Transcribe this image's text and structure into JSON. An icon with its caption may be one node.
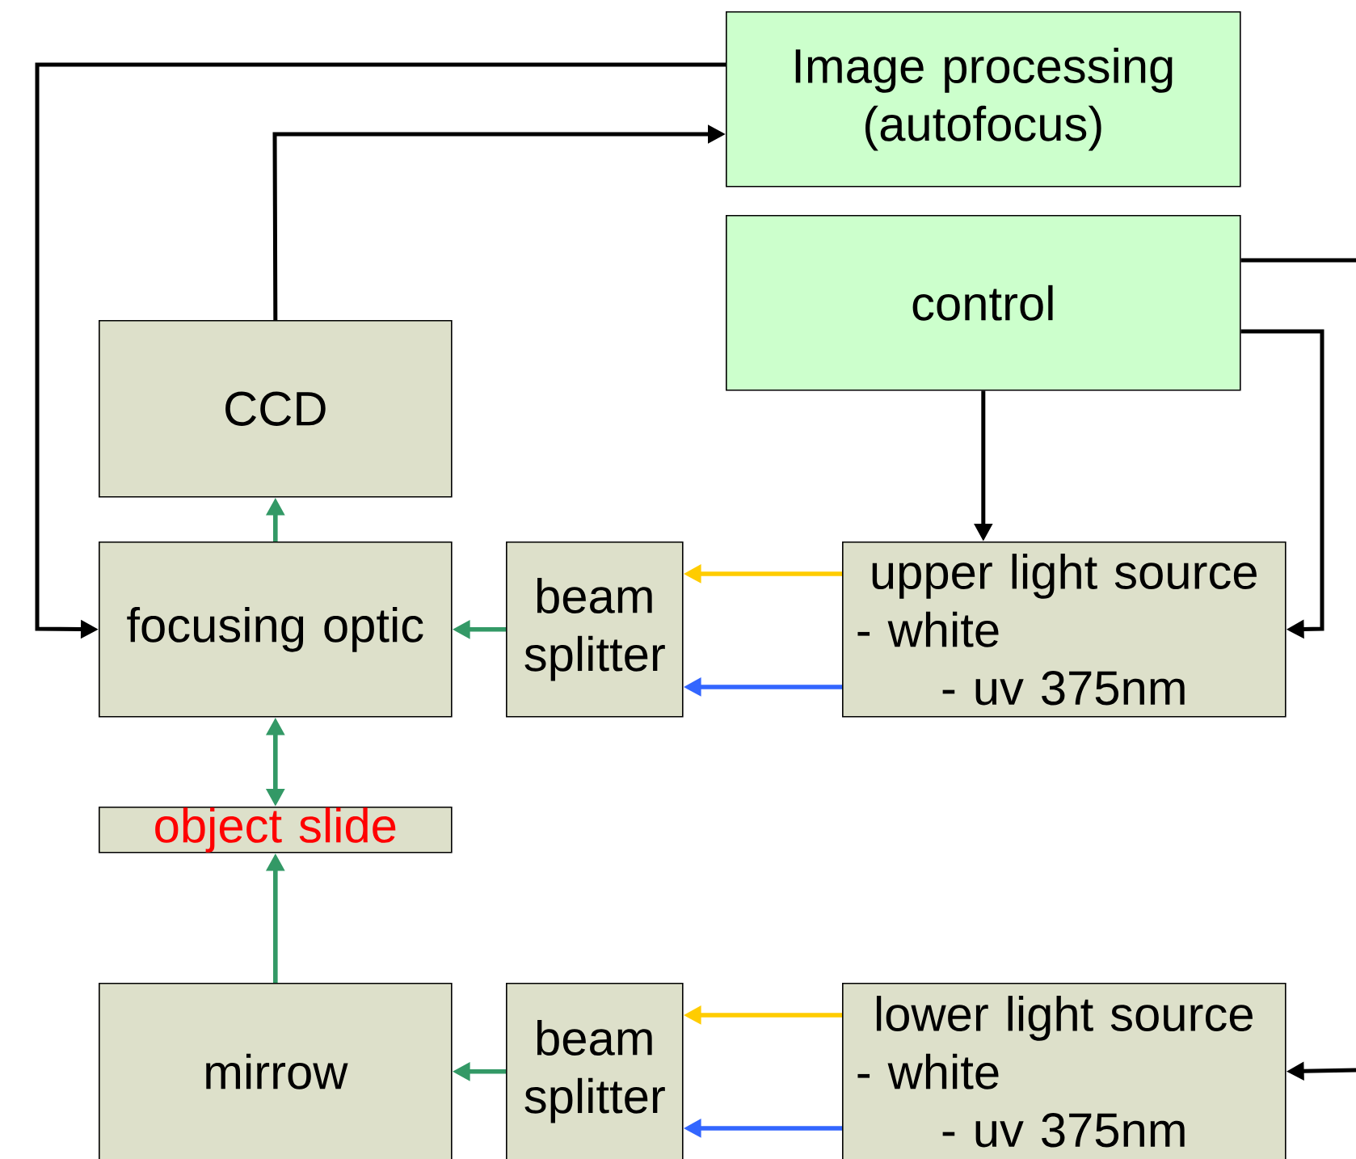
{
  "diagram": {
    "nodes": [
      {
        "text": [
          "Image processing (autofocus)"
        ]
      },
      {
        "text": [
          "control"
        ]
      },
      {
        "text": [
          "CCD"
        ]
      },
      {
        "text": [
          "focusing optic"
        ]
      },
      {
        "text": [
          "beam splitter"
        ]
      },
      {
        "text": [
          "upper light source",
          "- white",
          "- uv 375nm"
        ]
      },
      {
        "text": [
          "object slide"
        ]
      },
      {
        "text": [
          "mirrow"
        ]
      },
      {
        "text": [
          "beam splitter"
        ]
      },
      {
        "text": [
          "lower light source",
          "- white",
          "- uv 375nm"
        ]
      }
    ],
    "edges": [
      {
        "from": 0,
        "to": 3,
        "arrow": "to",
        "color": "#000000"
      },
      {
        "from": 2,
        "to": 0,
        "arrow": "to",
        "color": "#000000"
      },
      {
        "from": 1,
        "to": null,
        "arrow": "none",
        "color": "#000000"
      },
      {
        "from": 1,
        "to": 5,
        "arrow": "to",
        "color": "#000000"
      },
      {
        "from": 1,
        "to": 5,
        "arrow": "to",
        "color": "#000000"
      },
      {
        "from": 5,
        "to": 4,
        "arrow": "to",
        "color": "#ffcc00"
      },
      {
        "from": 5,
        "to": 4,
        "arrow": "to",
        "color": "#3366ff"
      },
      {
        "from": 4,
        "to": 3,
        "arrow": "to",
        "color": "#339966"
      },
      {
        "from": 3,
        "to": 2,
        "arrow": "to",
        "color": "#339966"
      },
      {
        "from": 3,
        "to": 6,
        "arrow": "both",
        "color": "#339966"
      },
      {
        "from": 7,
        "to": 6,
        "arrow": "to",
        "color": "#339966"
      },
      {
        "from": 8,
        "to": 7,
        "arrow": "to",
        "color": "#339966"
      },
      {
        "from": 9,
        "to": 8,
        "arrow": "to",
        "color": "#ffcc00"
      },
      {
        "from": 9,
        "to": 8,
        "arrow": "to",
        "color": "#3366ff"
      },
      {
        "from": null,
        "to": 9,
        "arrow": "to",
        "color": "#000000"
      }
    ]
  }
}
